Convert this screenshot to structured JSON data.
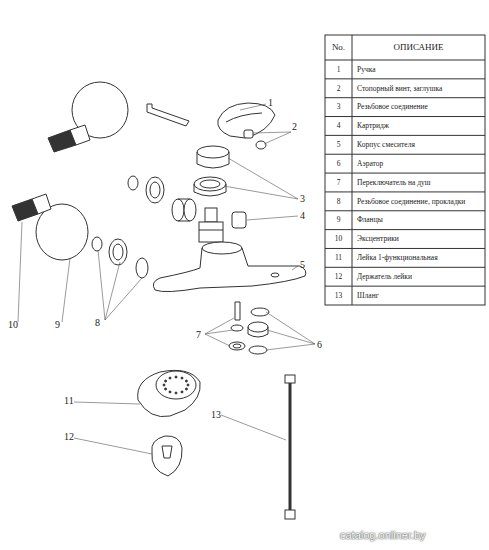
{
  "diagram": {
    "labels": [
      "1",
      "2",
      "3",
      "4",
      "5",
      "6",
      "7",
      "8",
      "9",
      "10",
      "11",
      "12",
      "13",
      "No.",
      "ОПИСАНИЕ",
      "1",
      "Ручка",
      "2",
      "Стопорный винт, заглушка",
      "3",
      "Резьбовое соединение",
      "4",
      "Картридж",
      "5",
      "Корпус смесителя",
      "6",
      "Аэратор",
      "7",
      "Переключатель на душ",
      "8",
      "Резьбовое соединение, прокладки",
      "9",
      "Фланцы",
      "10",
      "Эксцентрики",
      "11",
      "Лейка 1-функциональная",
      "12",
      "Держатель лейки",
      "13",
      "Шланг",
      "catalog.onliner.by"
    ]
  }
}
